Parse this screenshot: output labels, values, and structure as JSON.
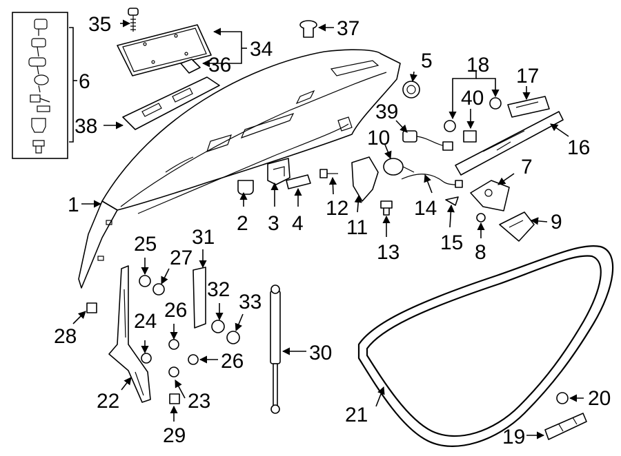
{
  "callouts": [
    "1",
    "2",
    "3",
    "4",
    "5",
    "6",
    "7",
    "8",
    "9",
    "10",
    "11",
    "12",
    "13",
    "14",
    "15",
    "16",
    "17",
    "18",
    "19",
    "20",
    "21",
    "22",
    "23",
    "24",
    "25",
    "26",
    "26",
    "27",
    "28",
    "29",
    "30",
    "31",
    "32",
    "33",
    "34",
    "35",
    "36",
    "37",
    "38",
    "39",
    "40"
  ]
}
